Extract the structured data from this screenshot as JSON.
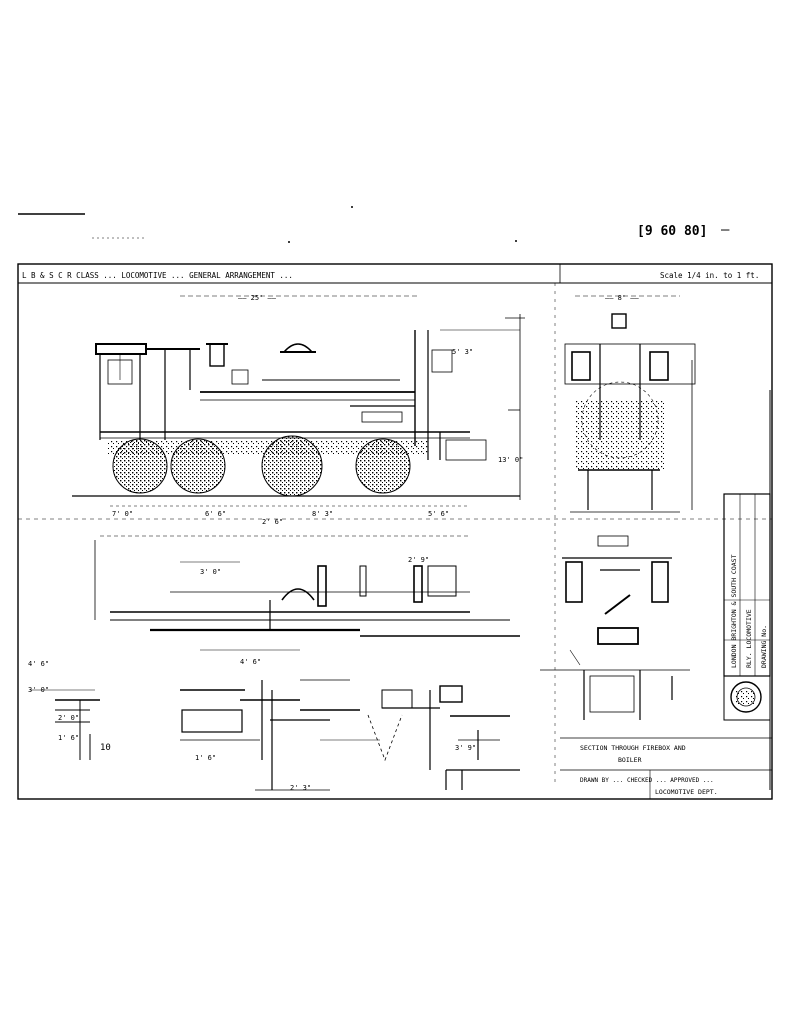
{
  "top": {
    "ref_code": "[9 60 80]",
    "dash": "—"
  },
  "title_strip": {
    "left_text": "L B & S C R  CLASS ...  LOCOMOTIVE  ...  GENERAL ARRANGEMENT  ...",
    "right_text": "Scale 1/4 in. to 1 ft."
  },
  "dimensions": {
    "side_view_top": "—— 25' ——",
    "end_view_top": "—— 8' ——",
    "chimney_label": "5' 3\"",
    "wheelbase_a": "7' 0\"",
    "wheelbase_b": "6' 6\"",
    "wheelbase_c": "8' 3\"",
    "wheelbase_d": "5' 6\"",
    "axle_end": "2' 6\"",
    "height": "13' 0\"",
    "plan_a": "3' 0\"",
    "plan_b": "4' 6\"",
    "plan_c": "2' 9\"",
    "section_a": "1' 6\"",
    "section_b": "2' 3\"",
    "section_c": "3' 9\"",
    "left_a": "4' 6\"",
    "left_b": "3' 0\"",
    "left_c": "2' 0\"",
    "left_d": "1' 6\"",
    "left_e": "10"
  },
  "title_block": {
    "vertical_1": "LONDON BRIGHTON & SOUTH COAST",
    "vertical_2": "RLY. LOCOMOTIVE",
    "vertical_3": "DRAWING No.",
    "caption_1": "SECTION THROUGH FIREBOX AND",
    "caption_2": "BOILER",
    "footer_1": "DRAWN BY ... CHECKED ... APPROVED ...",
    "footer_2": "LOCOMOTIVE DEPT."
  }
}
